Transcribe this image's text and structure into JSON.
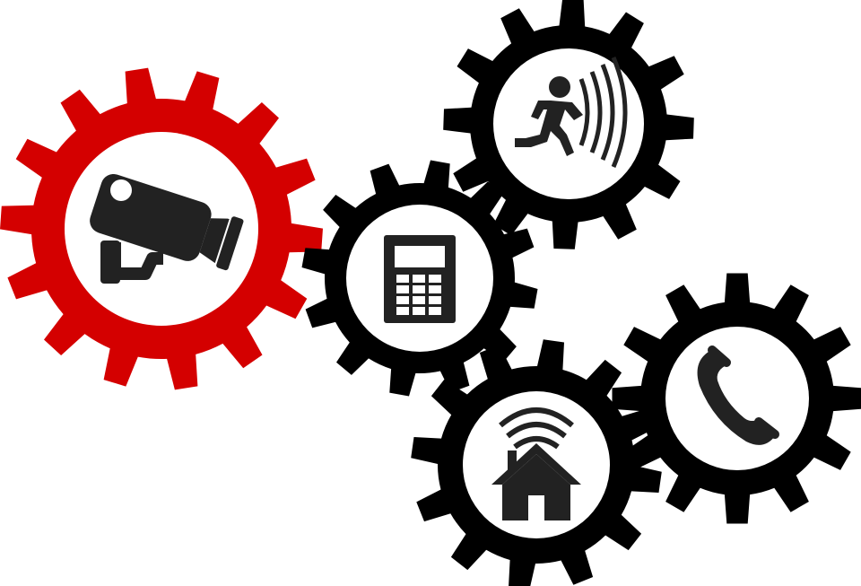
{
  "colors": {
    "background": "#ffffff",
    "accent_gear": "#d40000",
    "dark_gear": "#000000",
    "icon_fill": "#222222",
    "gear_inner": "#ffffff"
  },
  "gears": [
    {
      "id": "camera",
      "icon": "security-camera-icon",
      "color_key": "accent_gear"
    },
    {
      "id": "keypad",
      "icon": "alarm-keypad-icon",
      "color_key": "dark_gear"
    },
    {
      "id": "motion",
      "icon": "motion-sensor-icon",
      "color_key": "dark_gear"
    },
    {
      "id": "home",
      "icon": "smart-home-icon",
      "color_key": "dark_gear"
    },
    {
      "id": "phone",
      "icon": "telephone-icon",
      "color_key": "dark_gear"
    }
  ]
}
